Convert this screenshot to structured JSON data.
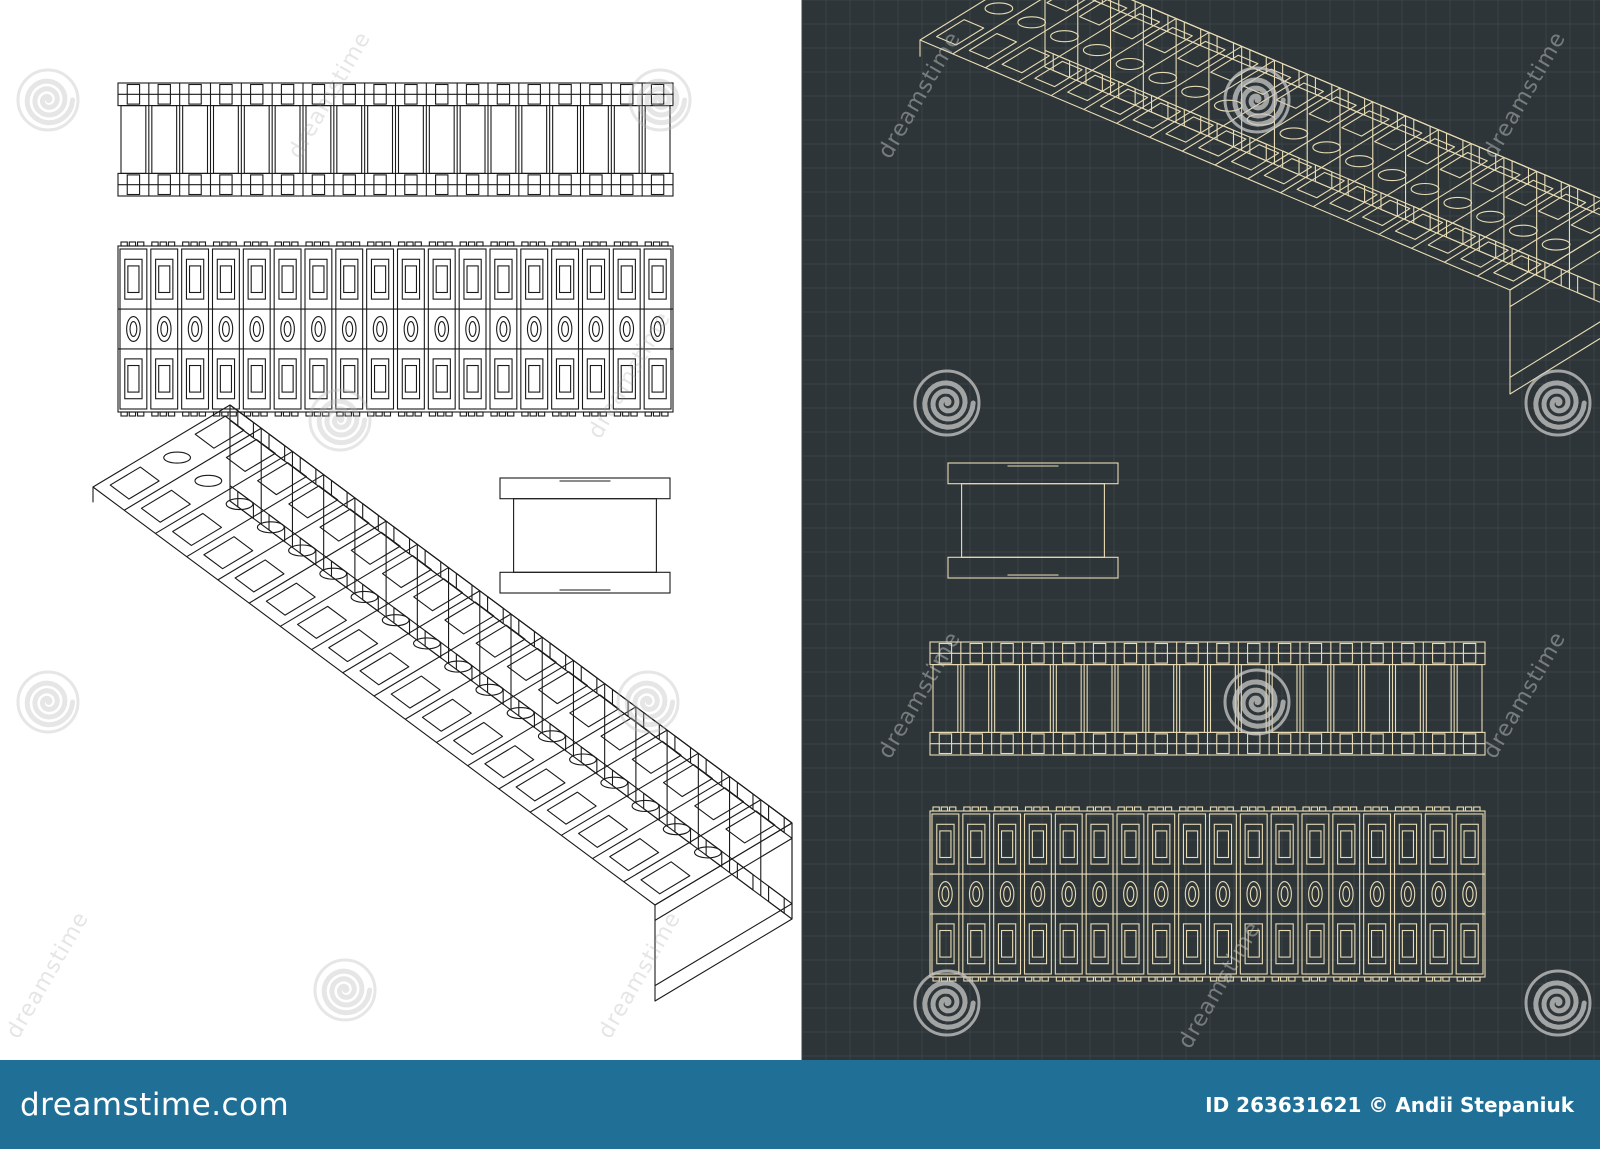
{
  "watermark": {
    "text": "dreamstime",
    "icon": "spiral-logo-icon"
  },
  "footer": {
    "brand": "dreamstime.com",
    "credit": "ID 263631621 © Andii Stepaniuk"
  },
  "battery_module": {
    "cell_count": 18,
    "hole_rows_top_view": 1
  },
  "colors": {
    "light_background": "#ffffff",
    "light_line": "#1a1a1a",
    "dark_background": "#2d3538",
    "dark_line": "#e9dcb4",
    "dark_grid": "#3a4347",
    "footer_background": "#1f6f96",
    "footer_text": "#ffffff"
  }
}
